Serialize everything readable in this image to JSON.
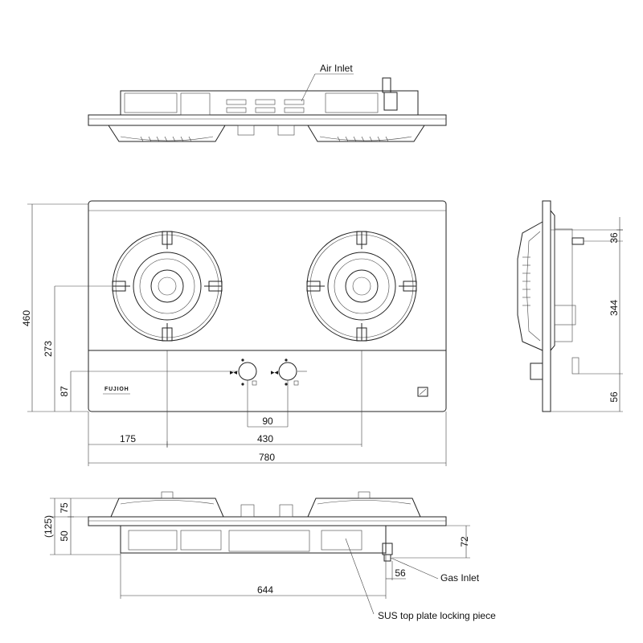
{
  "labels": {
    "air_inlet": "Air Inlet",
    "gas_inlet": "Gas Inlet",
    "locking_piece": "SUS top plate locking piece",
    "brand": "FUJIOH"
  },
  "dimensions": {
    "width_total": "780",
    "offset_left": "175",
    "burner_spacing": "430",
    "knob_spacing": "90",
    "depth_total": "460",
    "burner_from_front": "273",
    "knob_from_front": "87",
    "side_top": "36",
    "side_body": "344",
    "side_bottom": "56",
    "height_above": "75",
    "height_total": "(125)",
    "height_below": "50",
    "gas_inlet_height": "72",
    "gas_inlet_offset": "56",
    "cutout_width": "644"
  },
  "colors": {
    "line": "#222222",
    "background": "#ffffff"
  }
}
